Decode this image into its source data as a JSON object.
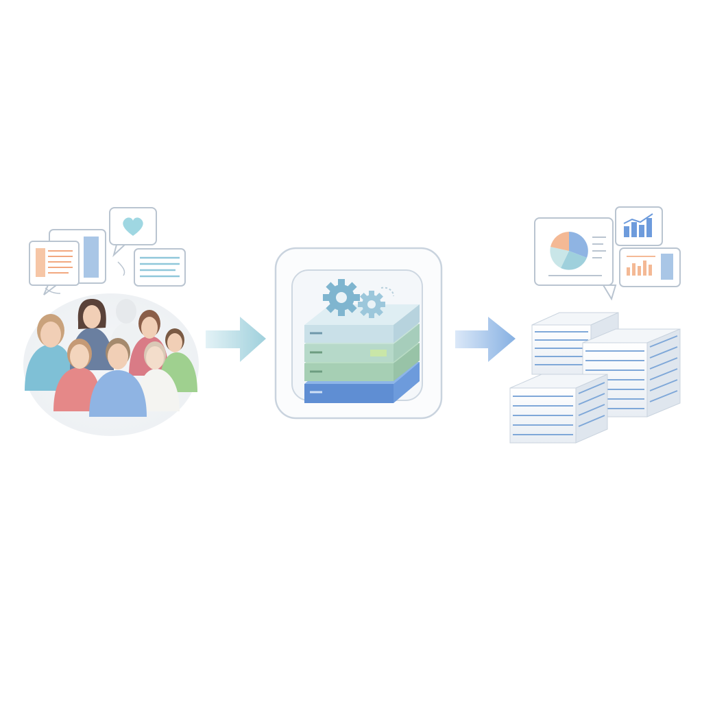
{
  "diagram": {
    "stages": [
      {
        "id": "people",
        "icon": "people-group-icon"
      },
      {
        "id": "processing",
        "icon": "server-stack-gears-icon"
      },
      {
        "id": "results",
        "icon": "report-stacks-icon"
      }
    ],
    "arrows": [
      {
        "from": "people",
        "to": "processing"
      },
      {
        "from": "processing",
        "to": "results"
      }
    ],
    "colors": {
      "blue": "#8fb4e3",
      "teal": "#a8d8e0",
      "orange": "#f4b995",
      "green": "#a9d3a0",
      "red": "#e79a9a",
      "outline": "#c9d3de"
    }
  }
}
